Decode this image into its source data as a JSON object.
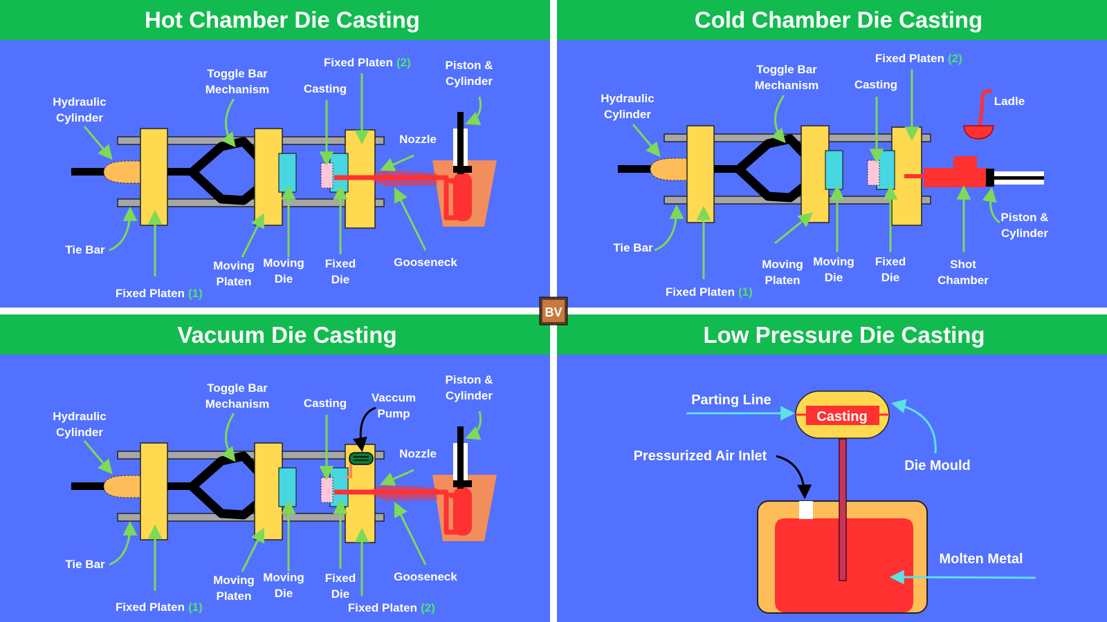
{
  "panels": {
    "hot": {
      "title": "Hot Chamber Die Casting",
      "labels": {
        "hydraulic_1": "Hydraulic",
        "hydraulic_2": "Cylinder",
        "toggle_1": "Toggle Bar",
        "toggle_2": "Mechanism",
        "casting": "Casting",
        "fixed_platen_2": "Fixed Platen",
        "fixed_platen_2_num": "(2)",
        "piston_1": "Piston &",
        "piston_2": "Cylinder",
        "nozzle": "Nozzle",
        "tie_bar": "Tie Bar",
        "moving_platen_1": "Moving",
        "moving_platen_2": "Platen",
        "moving_die_1": "Moving",
        "moving_die_2": "Die",
        "fixed_die_1": "Fixed",
        "fixed_die_2": "Die",
        "gooseneck": "Gooseneck",
        "fixed_platen_1": "Fixed Platen",
        "fixed_platen_1_num": "(1)"
      }
    },
    "cold": {
      "title": "Cold Chamber Die Casting",
      "labels": {
        "hydraulic_1": "Hydraulic",
        "hydraulic_2": "Cylinder",
        "toggle_1": "Toggle Bar",
        "toggle_2": "Mechanism",
        "casting": "Casting",
        "fixed_platen_2": "Fixed Platen",
        "fixed_platen_2_num": "(2)",
        "ladle": "Ladle",
        "tie_bar": "Tie Bar",
        "moving_platen_1": "Moving",
        "moving_platen_2": "Platen",
        "moving_die_1": "Moving",
        "moving_die_2": "Die",
        "fixed_die_1": "Fixed",
        "fixed_die_2": "Die",
        "shot_1": "Shot",
        "shot_2": "Chamber",
        "piston_1": "Piston &",
        "piston_2": "Cylinder",
        "fixed_platen_1": "Fixed Platen",
        "fixed_platen_1_num": "(1)"
      }
    },
    "vacuum": {
      "title": "Vacuum Die Casting",
      "labels": {
        "hydraulic_1": "Hydraulic",
        "hydraulic_2": "Cylinder",
        "toggle_1": "Toggle Bar",
        "toggle_2": "Mechanism",
        "casting": "Casting",
        "vacuum_1": "Vaccum",
        "vacuum_2": "Pump",
        "piston_1": "Piston &",
        "piston_2": "Cylinder",
        "nozzle": "Nozzle",
        "tie_bar": "Tie Bar",
        "moving_platen_1": "Moving",
        "moving_platen_2": "Platen",
        "moving_die_1": "Moving",
        "moving_die_2": "Die",
        "fixed_die_1": "Fixed",
        "fixed_die_2": "Die",
        "gooseneck": "Gooseneck",
        "fixed_platen_1": "Fixed Platen",
        "fixed_platen_1_num": "(1)",
        "fixed_platen_2": "Fixed Platen",
        "fixed_platen_2_num": "(2)"
      }
    },
    "low": {
      "title": "Low Pressure Die Casting",
      "labels": {
        "parting_line": "Parting Line",
        "casting": "Casting",
        "air_inlet": "Pressurized Air Inlet",
        "die_mould": "Die Mould",
        "molten_metal": "Molten Metal"
      }
    }
  },
  "logo": {
    "text": "BV"
  },
  "colors": {
    "header_green": "#12bb4f",
    "panel_blue": "#5271ff",
    "platen_yellow": "#ffd950",
    "molten_red": "#ff3131",
    "die_cyan": "#46d7e3",
    "arrow_green": "#7ed957",
    "arrow_cyan": "#5ce1e6",
    "crucible_orange": "#f28d5c"
  }
}
